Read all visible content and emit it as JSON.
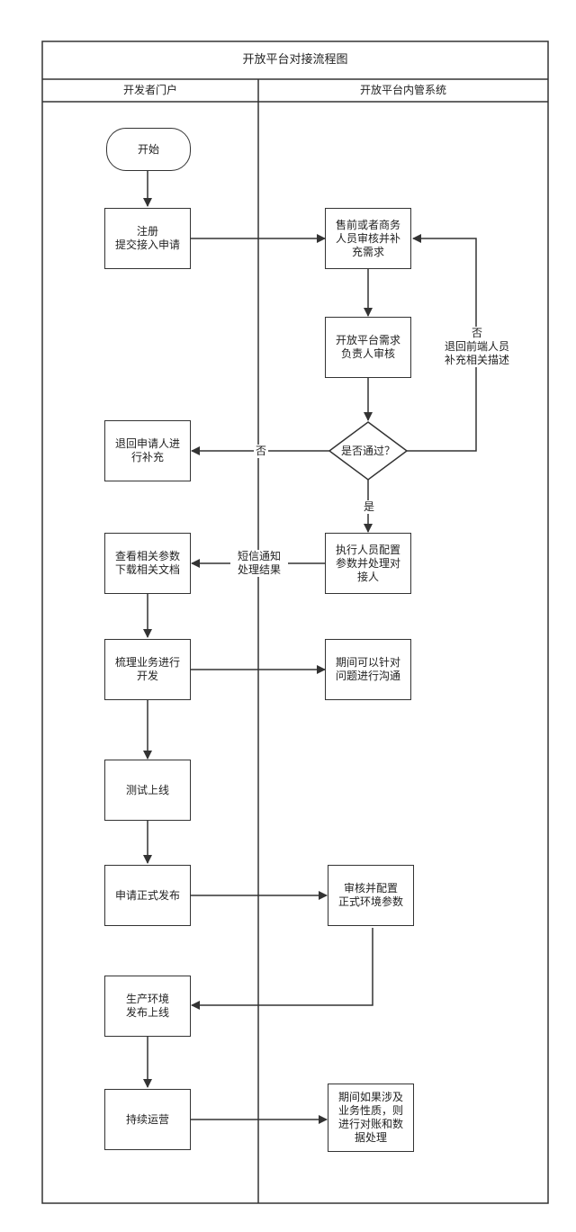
{
  "title": "开放平台对接流程图",
  "lanes": [
    {
      "label": "开发者门户"
    },
    {
      "label": "开放平台内管系统"
    }
  ],
  "nodes": {
    "start": "开始",
    "register": "注册\n提交接入申请",
    "presales_review": "售前或者商务\n人员审核并补\n充需求",
    "owner_review": "开放平台需求\n负责人审核",
    "decision": "是否通过？",
    "return_applicant": "退回申请人进\n行补充",
    "executor_config": "执行人员配置\n参数并处理对\n接人",
    "view_docs": "查看相关参数\n下载相关文档",
    "develop": "梳理业务进行\n开发",
    "communicate": "期间可以针对\n问题进行沟通",
    "test_online": "测试上线",
    "apply_release": "申请正式发布",
    "review_config_prod": "审核并配置\n正式环境参数",
    "prod_release": "生产环境\n发布上线",
    "operate": "持续运营",
    "reconcile": "期间如果涉及\n业务性质，则\n进行对账和数\n据处理"
  },
  "edge_labels": {
    "no_return_presales": "否\n退回前端人员\n补充相关描述",
    "no_left": "否",
    "yes": "是",
    "sms": "短信通知\n处理结果"
  }
}
